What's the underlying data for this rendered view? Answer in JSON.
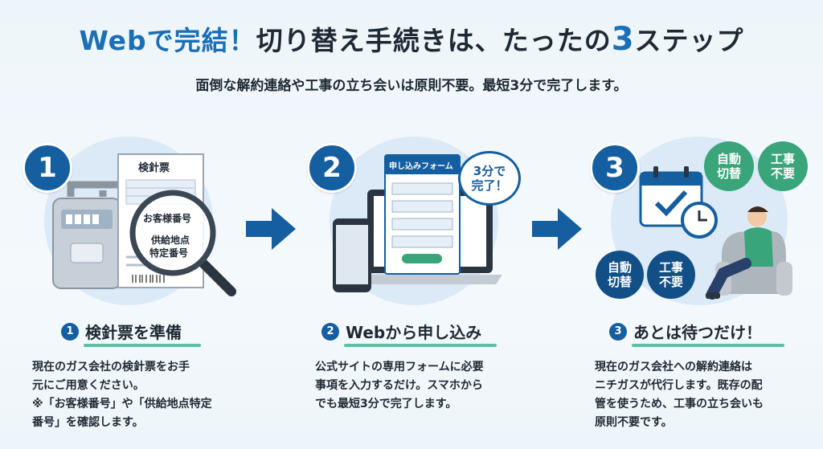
{
  "header": {
    "title_web": "Webで完結！",
    "title_mid": "切り替え手続きは、たったの",
    "title_num": "3",
    "title_end": "ステップ",
    "subtitle": "面倒な解約連絡や工事の立ち会いは原則不要。最短3分で完了します。"
  },
  "steps": [
    {
      "number": "1",
      "title": "検針票を準備",
      "desc_lines": [
        "現在のガス会社の検針票をお手",
        "元にご用意ください。",
        "※「お客様番号」や「供給地点特定",
        "番号」を確認します。"
      ],
      "slip_title": "検針票",
      "lens_line1": "お客様番号",
      "lens_line2": "供給地点",
      "lens_line3": "特定番号"
    },
    {
      "number": "2",
      "title": "Webから申し込み",
      "desc_lines": [
        "公式サイトの専用フォームに必要",
        "事項を入力するだけ。スマホから",
        "でも最短3分で完了します。"
      ],
      "form_title": "申し込みフォーム",
      "speech_line1": "3分で",
      "speech_line2": "完了！"
    },
    {
      "number": "3",
      "title": "あとは待つだけ！",
      "desc_lines": [
        "現在のガス会社への解約連絡は",
        "ニチガスが代行します。既存の配",
        "管を使うため、工事の立ち会いも",
        "原則不要です。"
      ],
      "bubble_a1": "自動",
      "bubble_a2": "切替",
      "bubble_b1": "工事",
      "bubble_b2": "不要"
    }
  ],
  "colors": {
    "primary": "#155fa0",
    "accent_green": "#3aa57a",
    "underline": "#5cc1a2",
    "navy": "#124f86"
  }
}
